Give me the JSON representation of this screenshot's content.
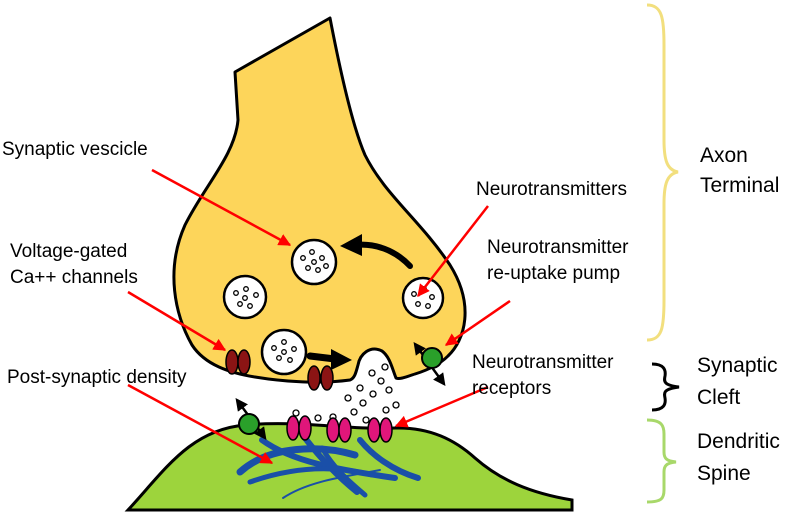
{
  "labels": {
    "synaptic_vesicle": "Synaptic vescicle",
    "voltage_gated_1": "Voltage-gated",
    "voltage_gated_2": "Ca++ channels",
    "post_synaptic_density": "Post-synaptic density",
    "neurotransmitters": "Neurotransmitters",
    "reuptake_1": "Neurotransmitter",
    "reuptake_2": "re-uptake pump",
    "receptors_1": "Neurotransmitter",
    "receptors_2": "receptors",
    "axon_terminal_1": "Axon",
    "axon_terminal_2": "Terminal",
    "synaptic_cleft_1": "Synaptic",
    "synaptic_cleft_2": "Cleft",
    "dendritic_spine_1": "Dendritic",
    "dendritic_spine_2": "Spine"
  },
  "colors": {
    "axon_fill": "#fdd55a",
    "dendrite_fill": "#9dd43c",
    "vesicle_fill": "#ffffff",
    "calcium_channel": "#8b1414",
    "receptor": "#e0167a",
    "pump": "#2aa02a",
    "density_fibers": "#1a4fa8",
    "pointer_arrow": "#ff0000",
    "axon_brace": "#f2df7e",
    "cleft_brace": "#000000",
    "spine_brace": "#a8d86a"
  }
}
